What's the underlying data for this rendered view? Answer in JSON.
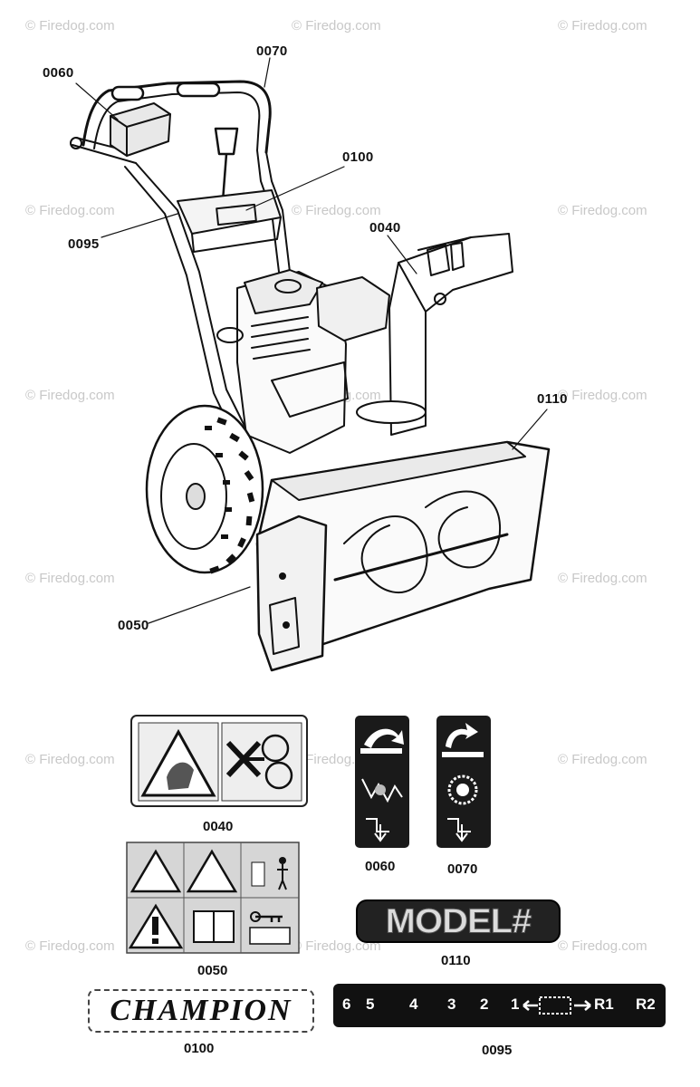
{
  "watermark": "© Firedog.com",
  "callouts": {
    "c0060": "0060",
    "c0070": "0070",
    "c0100": "0100",
    "c0095": "0095",
    "c0040": "0040",
    "c0110": "0110",
    "c0050": "0050"
  },
  "decal_labels": {
    "d0040": "0040",
    "d0060": "0060",
    "d0070": "0070",
    "d0050": "0050",
    "d0110": "0110",
    "d0100": "0100",
    "d0095": "0095"
  },
  "decal_text": {
    "model": "MODEL#",
    "brand": "CHAMPION",
    "gears": [
      "6",
      "5",
      "4",
      "3",
      "2",
      "1",
      "R1",
      "R2"
    ]
  }
}
